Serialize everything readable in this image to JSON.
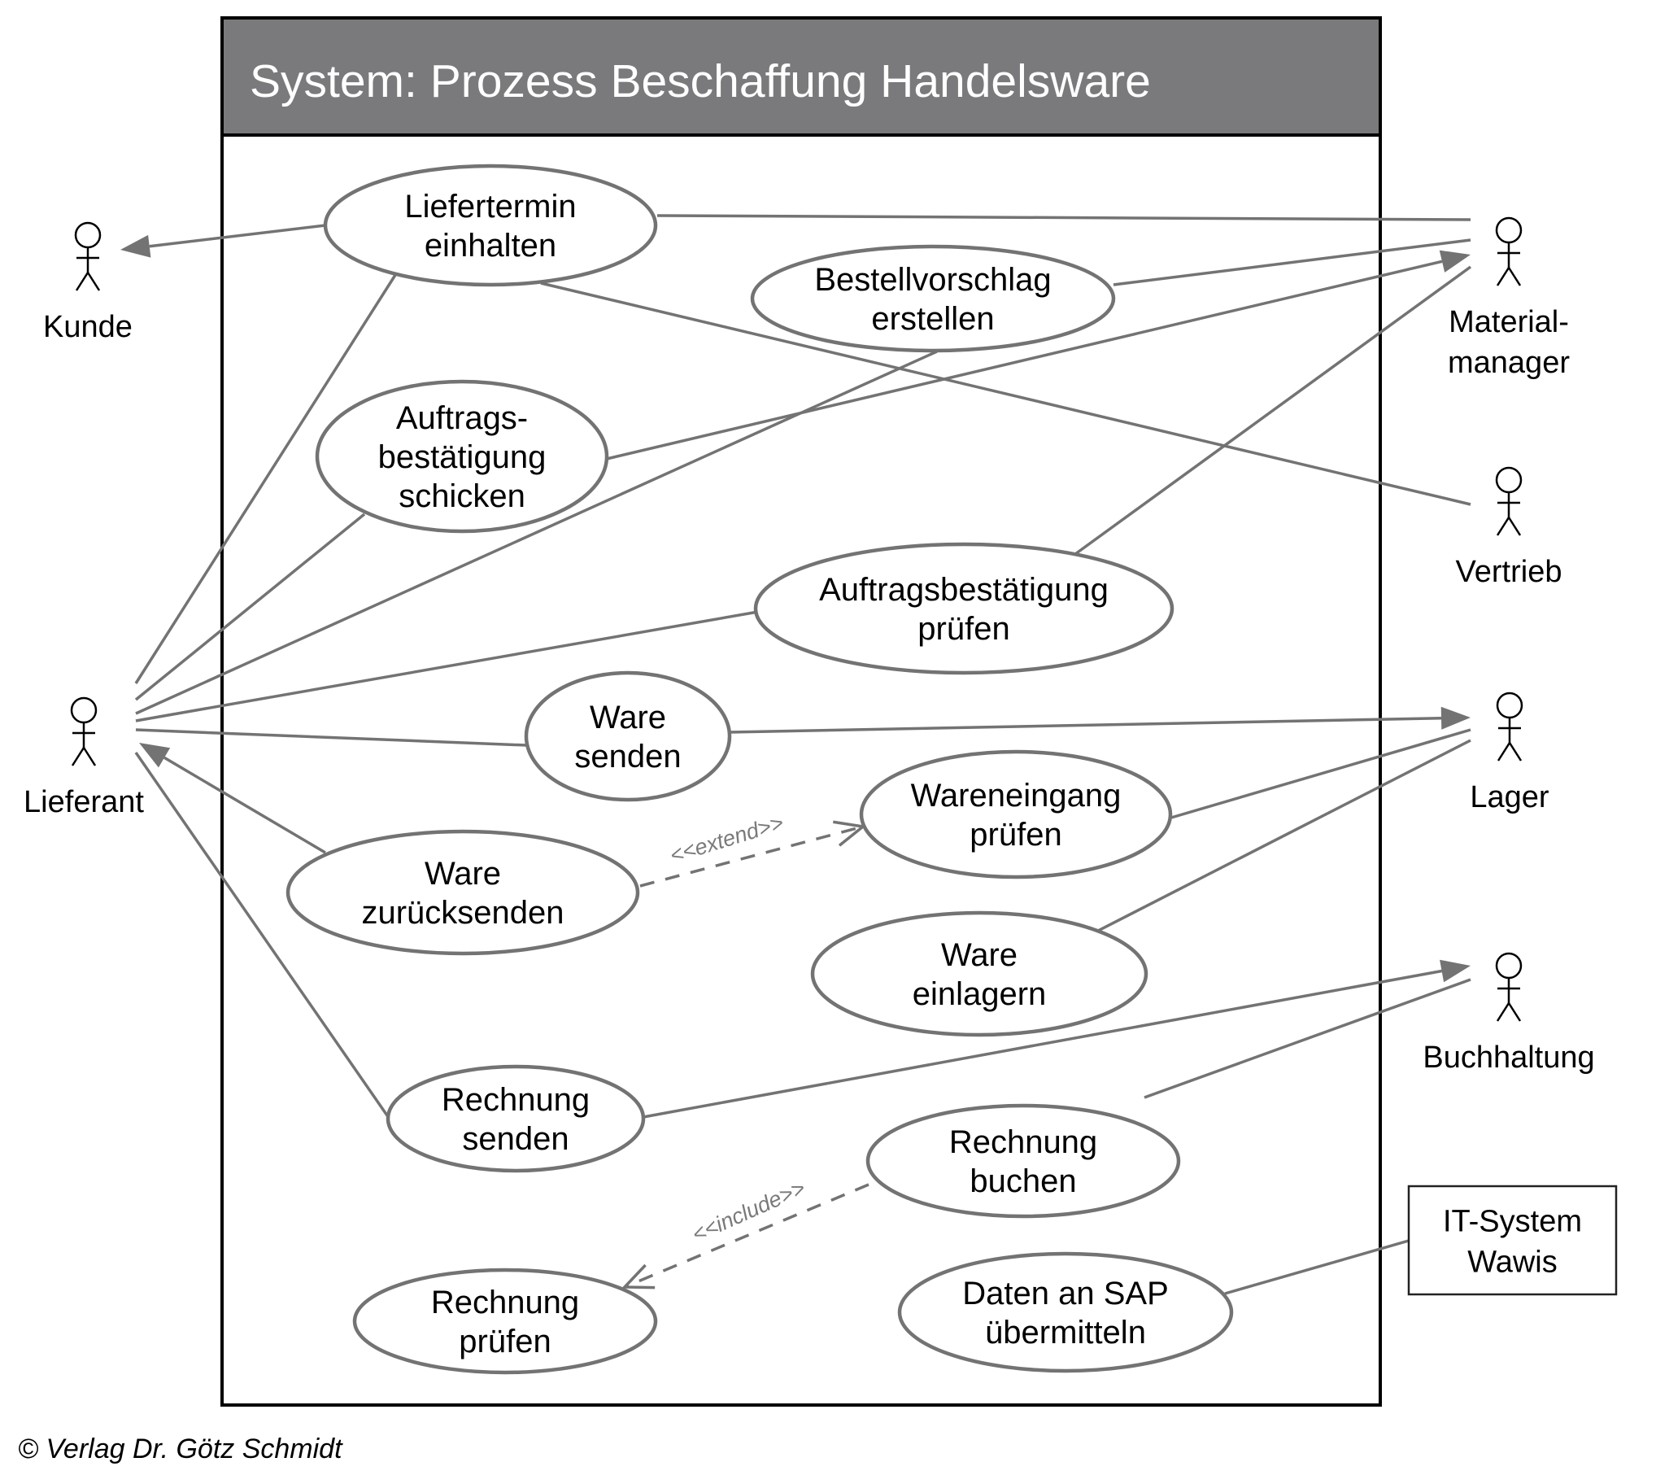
{
  "system": {
    "title": "System: Prozess Beschaffung Handelsware"
  },
  "actors": [
    {
      "id": "kunde",
      "lines": [
        "Kunde"
      ]
    },
    {
      "id": "lieferant",
      "lines": [
        "Lieferant"
      ]
    },
    {
      "id": "materialmanager",
      "lines": [
        "Material-",
        "manager"
      ]
    },
    {
      "id": "vertrieb",
      "lines": [
        "Vertrieb"
      ]
    },
    {
      "id": "lager",
      "lines": [
        "Lager"
      ]
    },
    {
      "id": "buchhaltung",
      "lines": [
        "Buchhaltung"
      ]
    }
  ],
  "external_systems": [
    {
      "id": "it-system-wawis",
      "lines": [
        "IT-System",
        "Wawis"
      ]
    }
  ],
  "use_cases": [
    {
      "id": "liefertermin-einhalten",
      "lines": [
        "Liefertermin",
        "einhalten"
      ]
    },
    {
      "id": "bestellvorschlag-erstellen",
      "lines": [
        "Bestellvorschlag",
        "erstellen"
      ]
    },
    {
      "id": "auftragsbestaetigung-schicken",
      "lines": [
        "Auftrags-",
        "bestätigung",
        "schicken"
      ]
    },
    {
      "id": "auftragsbestaetigung-pruefen",
      "lines": [
        "Auftragsbestätigung",
        "prüfen"
      ]
    },
    {
      "id": "ware-senden",
      "lines": [
        "Ware",
        "senden"
      ]
    },
    {
      "id": "wareneingang-pruefen",
      "lines": [
        "Wareneingang",
        "prüfen"
      ]
    },
    {
      "id": "ware-zuruecksenden",
      "lines": [
        "Ware",
        "zurücksenden"
      ]
    },
    {
      "id": "ware-einlagern",
      "lines": [
        "Ware",
        "einlagern"
      ]
    },
    {
      "id": "rechnung-senden",
      "lines": [
        "Rechnung",
        "senden"
      ]
    },
    {
      "id": "rechnung-buchen",
      "lines": [
        "Rechnung",
        "buchen"
      ]
    },
    {
      "id": "rechnung-pruefen",
      "lines": [
        "Rechnung",
        "prüfen"
      ]
    },
    {
      "id": "daten-an-sap-uebermitteln",
      "lines": [
        "Daten an SAP",
        "übermitteln"
      ]
    }
  ],
  "associations": [
    {
      "from": "liefertermin-einhalten",
      "to": "kunde",
      "arrow": "to"
    },
    {
      "from": "liefertermin-einhalten",
      "to": "materialmanager",
      "arrow": "none"
    },
    {
      "from": "liefertermin-einhalten",
      "to": "vertrieb",
      "arrow": "none"
    },
    {
      "from": "liefertermin-einhalten",
      "to": "lieferant",
      "arrow": "none"
    },
    {
      "from": "bestellvorschlag-erstellen",
      "to": "materialmanager",
      "arrow": "none"
    },
    {
      "from": "bestellvorschlag-erstellen",
      "to": "lieferant",
      "arrow": "none"
    },
    {
      "from": "auftragsbestaetigung-schicken",
      "to": "materialmanager",
      "arrow": "to"
    },
    {
      "from": "auftragsbestaetigung-schicken",
      "to": "lieferant",
      "arrow": "none"
    },
    {
      "from": "auftragsbestaetigung-pruefen",
      "to": "materialmanager",
      "arrow": "none"
    },
    {
      "from": "auftragsbestaetigung-pruefen",
      "to": "lieferant",
      "arrow": "none"
    },
    {
      "from": "ware-senden",
      "to": "lieferant",
      "arrow": "none"
    },
    {
      "from": "ware-senden",
      "to": "lager",
      "arrow": "to"
    },
    {
      "from": "wareneingang-pruefen",
      "to": "lager",
      "arrow": "none"
    },
    {
      "from": "ware-einlagern",
      "to": "lager",
      "arrow": "none"
    },
    {
      "from": "ware-zuruecksenden",
      "to": "lieferant",
      "arrow": "to"
    },
    {
      "from": "rechnung-senden",
      "to": "lieferant",
      "arrow": "none"
    },
    {
      "from": "rechnung-senden",
      "to": "buchhaltung",
      "arrow": "to"
    },
    {
      "from": "rechnung-buchen",
      "to": "buchhaltung",
      "arrow": "none"
    },
    {
      "from": "daten-an-sap-uebermitteln",
      "to": "it-system-wawis",
      "arrow": "none"
    }
  ],
  "dependencies": [
    {
      "from": "ware-zuruecksenden",
      "to": "wareneingang-pruefen",
      "stereotype": "<<extend>>"
    },
    {
      "from": "rechnung-buchen",
      "to": "rechnung-pruefen",
      "stereotype": "<<include>>"
    }
  ],
  "footer": {
    "copyright": "© Verlag Dr. Götz Schmidt"
  },
  "colors": {
    "header_fill": "#7a7a7c",
    "connector": "#737373",
    "outline": "#000000"
  }
}
